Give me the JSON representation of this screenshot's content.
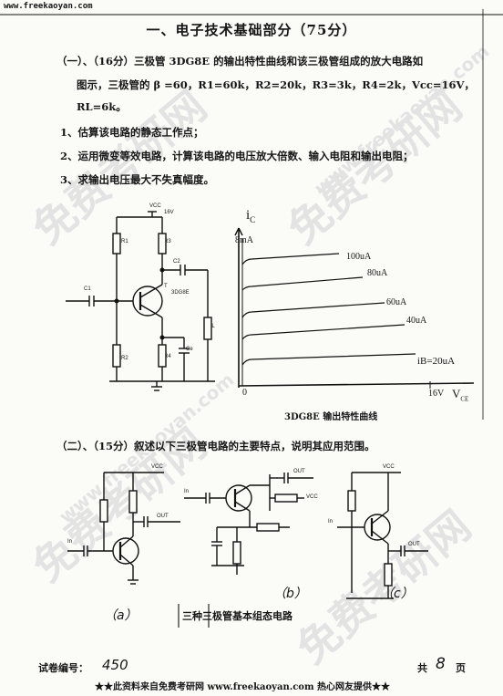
{
  "header": {
    "url": "www.freekaoyan.com"
  },
  "watermark": {
    "main": "免费考研网",
    "url": "www.freekaoyan.com"
  },
  "title": "一、电子技术基础部分（75分）",
  "section1": {
    "lead": "（一）、（16分）三极管 3DG8E 的输出特性曲线和该三极管组成的放大电路如",
    "line2": "图示，三极管的 β =60，R1=60k，R2=20k，R3=3k，R4=2k，Vcc=16V，",
    "line3": "RL=6k。",
    "q1": "1、估算该电路的静态工作点；",
    "q2": "2、运用微变等效电路，计算该电路的电压放大倍数、输入电阻和输出电阻；",
    "q3": "3、求输出电压最大不失真幅度。"
  },
  "circuit1": {
    "vcc": "VCC",
    "vcc_val": "16V",
    "r1": "R1",
    "r3": "R3",
    "c2": "C2",
    "c1": "C1",
    "t": "T",
    "model": "3DG8E",
    "rl": "RL",
    "r2": "R2",
    "r4": "R4",
    "ce": "Ce"
  },
  "chart": {
    "y_axis": "i",
    "y_sub": "C",
    "y_max": "8mA",
    "origin": "0",
    "x_max": "16V",
    "x_axis": "V",
    "x_sub": "CE",
    "caption": "3DG8E 输出特性曲线",
    "curves": [
      "100uA",
      "80uA",
      "60uA",
      "40uA"
    ],
    "ib_label": "iB=20uA"
  },
  "section2": {
    "lead": "（二）、（15分）叙述以下三极管电路的主要特点，说明其应用范围。",
    "vcc": "VCC",
    "out": "OUT",
    "in": "In",
    "label_a": "（a）",
    "label_b": "（b）",
    "label_c": "（c）",
    "caption": "三种三极管基本组态电路"
  },
  "footer": {
    "exam_no_label": "试卷编号：",
    "exam_no": "450",
    "total_label": "共",
    "pages": "8",
    "page_unit": "页",
    "banner": "★★此资料来自免费考研网 www.freekaoyan.com 热心网友提供★★"
  }
}
